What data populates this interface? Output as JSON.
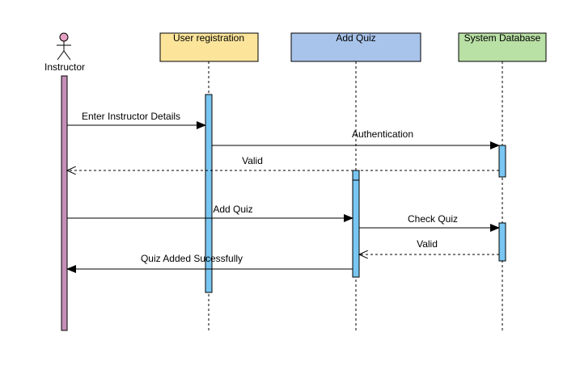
{
  "actor": {
    "label": "Instructor",
    "head_color": "#e6a0c4",
    "bar_color": "#c58fb8"
  },
  "participants": [
    {
      "label": "User registration",
      "fill": "#fce59b"
    },
    {
      "label": "Add Quiz",
      "fill": "#a9c4eb"
    },
    {
      "label": "System Database",
      "fill": "#b9e0a5"
    }
  ],
  "activation_color": "#79c6f2",
  "messages": [
    {
      "label": "Enter Instructor Details",
      "kind": "sync"
    },
    {
      "label": "Authentication",
      "kind": "sync"
    },
    {
      "label": "Valid",
      "kind": "return"
    },
    {
      "label": "Add Quiz",
      "kind": "sync"
    },
    {
      "label": "Check Quiz",
      "kind": "sync"
    },
    {
      "label": "Valid",
      "kind": "return"
    },
    {
      "label": "Quiz Added Sucessfully",
      "kind": "sync"
    }
  ]
}
